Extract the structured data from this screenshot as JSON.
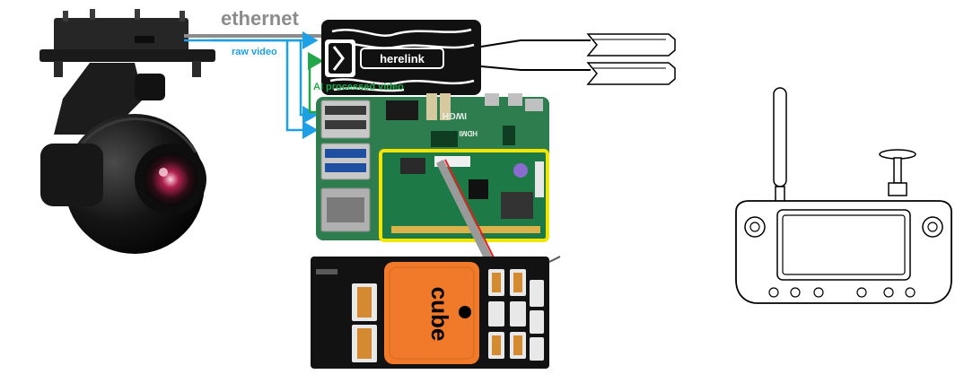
{
  "labels": {
    "ethernet": "ethernet",
    "raw_video": "raw video",
    "ai_processed_video": "AI processed video"
  },
  "board_text": {
    "herelink": "herelink",
    "cube": "cube",
    "hdmi": "HDMI",
    "pi_logo": "IWGH"
  },
  "colors": {
    "ethernet": "#8c8c8c",
    "raw_video": "#1ea0e6",
    "ai_processed_video": "#22a84a",
    "uart_wire": "#e02020",
    "hat_outline": "#f2e600",
    "cube_orange": "#f07a2a",
    "pi_green": "#2e7d4f"
  },
  "icons": [
    "gimbal-camera-icon",
    "herelink-air-unit-icon",
    "antenna-icon",
    "raspberry-pi-icon",
    "companion-hat-icon",
    "cube-autopilot-icon",
    "herelink-controller-icon"
  ]
}
